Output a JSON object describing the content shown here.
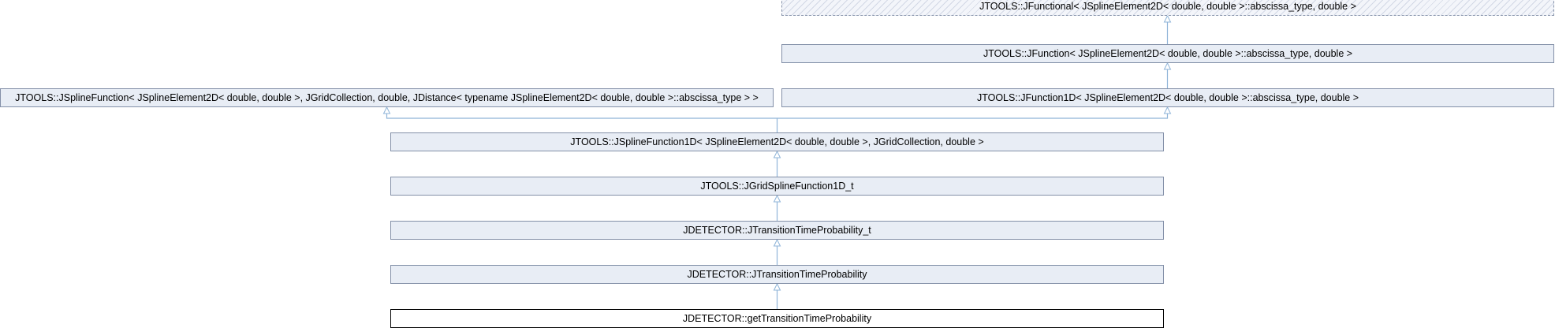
{
  "nodes": {
    "jfunctional": "JTOOLS::JFunctional< JSplineElement2D< double, double >::abscissa_type, double >",
    "jfunction": "JTOOLS::JFunction< JSplineElement2D< double, double >::abscissa_type, double >",
    "jsplinefunction": "JTOOLS::JSplineFunction< JSplineElement2D< double, double >, JGridCollection, double, JDistance< typename JSplineElement2D< double, double >::abscissa_type > >",
    "jfunction1d": "JTOOLS::JFunction1D< JSplineElement2D< double, double >::abscissa_type, double >",
    "jsplinefunction1d": "JTOOLS::JSplineFunction1D< JSplineElement2D< double, double >, JGridCollection, double >",
    "jgridsplinefunction1d_t": "JTOOLS::JGridSplineFunction1D_t",
    "jtransitiontimeprobability_t": "JDETECTOR::JTransitionTimeProbability_t",
    "jtransitiontimeprobability": "JDETECTOR::JTransitionTimeProbability",
    "gettransitiontimeprobability": "JDETECTOR::getTransitionTimeProbability"
  },
  "colors": {
    "node_fill": "#e8edf5",
    "node_border": "#8390a8",
    "edge": "#8fb4d8",
    "current_border": "#000000"
  }
}
